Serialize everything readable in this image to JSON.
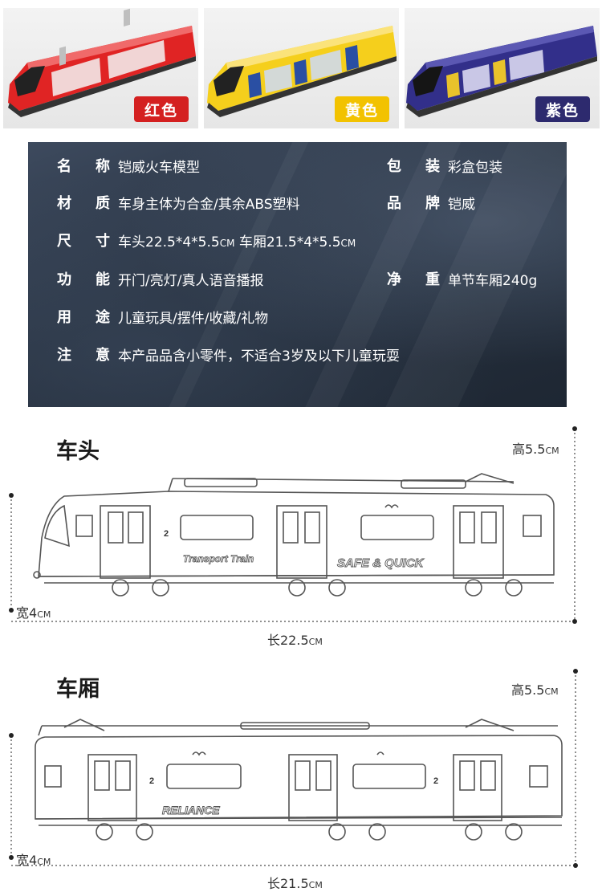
{
  "color_options": [
    {
      "label": "红色",
      "badge_color": "#d42020",
      "body_color": "#e02424"
    },
    {
      "label": "黄色",
      "badge_color": "#f2c200",
      "body_color": "#f5cf1c"
    },
    {
      "label": "紫色",
      "badge_color": "#2d2a6e",
      "body_color": "#322f8a"
    }
  ],
  "specs": {
    "name": {
      "label": [
        "名",
        "称"
      ],
      "value": "铠威火车模型"
    },
    "packaging": {
      "label": [
        "包",
        "装"
      ],
      "value": "彩盒包装"
    },
    "material": {
      "label": [
        "材",
        "质"
      ],
      "value": "车身主体为合金/其余ABS塑料"
    },
    "brand": {
      "label": [
        "品",
        "牌"
      ],
      "value": "铠威"
    },
    "size": {
      "label": [
        "尺",
        "寸"
      ],
      "value_a": "车头22.5*4*5.5",
      "unit_a": "CM",
      "value_b": " 车厢21.5*4*5.5",
      "unit_b": "CM"
    },
    "function": {
      "label": [
        "功",
        "能"
      ],
      "value": "开门/亮灯/真人语音播报"
    },
    "weight": {
      "label": [
        "净",
        "重"
      ],
      "value": "单节车厢240g"
    },
    "usage": {
      "label": [
        "用",
        "途"
      ],
      "value": "儿童玩具/摆件/收藏/礼物"
    },
    "notice": {
      "label": [
        "注",
        "意"
      ],
      "value": "本产品品含小零件，不适合3岁及以下儿童玩耍"
    }
  },
  "head_car": {
    "title": "车头",
    "height": {
      "value": "高5.5",
      "unit": "CM"
    },
    "width": {
      "value": "宽4",
      "unit": "CM"
    },
    "length": {
      "value": "长22.5",
      "unit": "CM"
    },
    "markings": {
      "number": "2",
      "line1": "Transport Train",
      "line2": "SAFE & QUICK"
    }
  },
  "carriage": {
    "title": "车厢",
    "height": {
      "value": "高5.5",
      "unit": "CM"
    },
    "width": {
      "value": "宽4",
      "unit": "CM"
    },
    "length": {
      "value": "长21.5",
      "unit": "CM"
    },
    "markings": {
      "number_left": "2",
      "number_right": "2",
      "brand": "RELIANCE"
    }
  }
}
